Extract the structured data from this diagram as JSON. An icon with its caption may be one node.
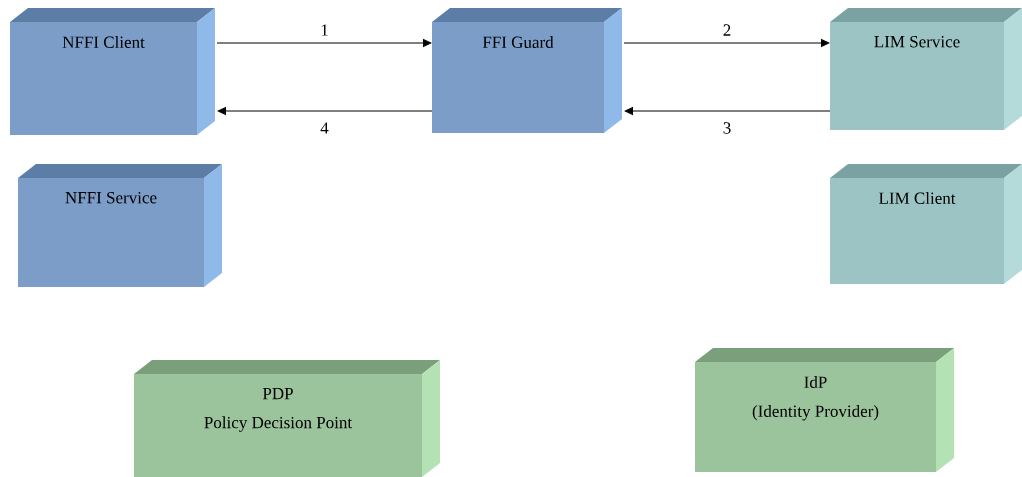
{
  "diagram": {
    "nodes": [
      {
        "text": [
          "NFFI Client"
        ]
      },
      {
        "text": [
          "FFI Guard"
        ]
      },
      {
        "text": [
          "LIM Service"
        ]
      },
      {
        "text": [
          "NFFI Service"
        ]
      },
      {
        "text": [
          "LIM Client"
        ]
      },
      {
        "text": [
          "PDP",
          "Policy Decision Point"
        ]
      },
      {
        "text": [
          "IdP",
          "(Identity Provider)"
        ]
      }
    ],
    "edges": [
      {
        "from": 0,
        "to": 1,
        "arrow": "to",
        "label": "1"
      },
      {
        "from": 1,
        "to": 2,
        "arrow": "to",
        "label": "2"
      },
      {
        "from": 2,
        "to": 1,
        "arrow": "to",
        "label": "3"
      },
      {
        "from": 1,
        "to": 0,
        "arrow": "to",
        "label": "4"
      }
    ]
  }
}
